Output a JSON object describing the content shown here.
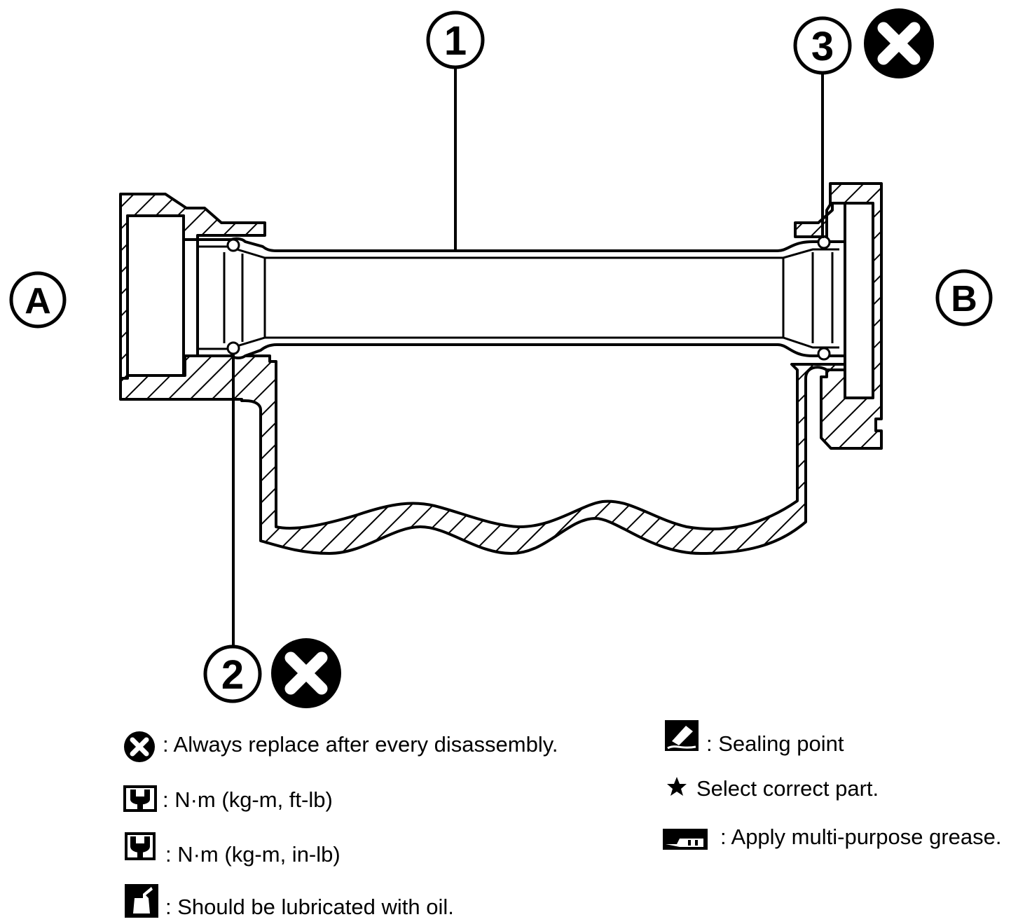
{
  "callouts": {
    "c1": "1",
    "c2": "2",
    "c3": "3",
    "side_a": "A",
    "side_b": "B"
  },
  "legend": {
    "replace": ": Always replace after every disassembly.",
    "torque_ftlb": ": N·m (kg-m, ft-lb)",
    "torque_inlb": ": N·m (kg-m, in-lb)",
    "lubricate": ": Should be lubricated with oil.",
    "sealing": ": Sealing point",
    "select": "Select correct part.",
    "grease": ": Apply multi-purpose grease."
  },
  "icons": {
    "replace": "x-in-circle-icon",
    "torque_ftlb": "wrench-icon",
    "torque_inlb": "wrench-filled-icon",
    "lubricate": "oil-can-icon",
    "sealing": "sealant-tube-icon",
    "select": "star-icon",
    "grease": "grease-gun-icon"
  },
  "colors": {
    "ink": "#000000",
    "paper": "#ffffff"
  }
}
